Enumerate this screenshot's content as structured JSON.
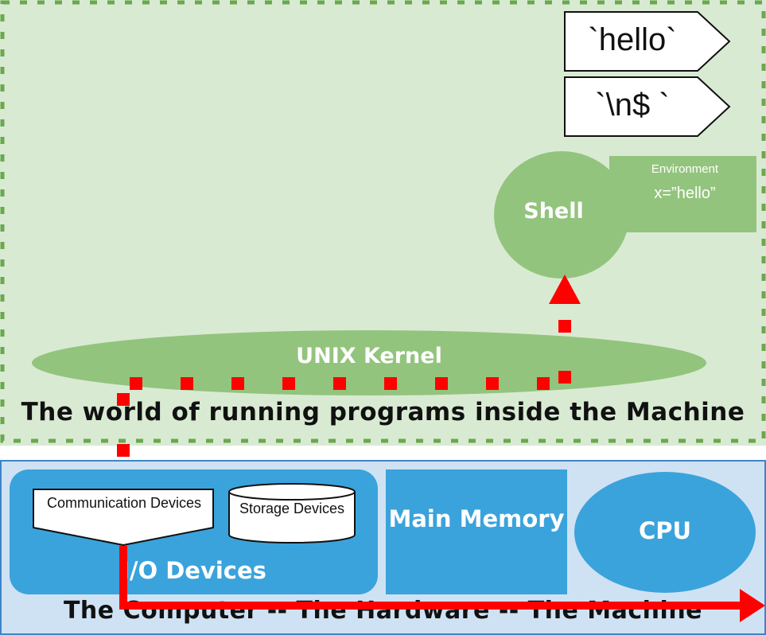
{
  "world": {
    "caption": "The world of running programs inside the Machine",
    "kernel_label": "UNIX Kernel",
    "shell_label": "Shell",
    "environment": {
      "title": "Environment",
      "value": "x=”hello”"
    },
    "tags": [
      "`hello`",
      "`\\n$ `"
    ]
  },
  "machine": {
    "caption": "The Computer -- The Hardware -- The Machine",
    "io_label": "I/O Devices",
    "communication_devices_label": "Communication Devices",
    "storage_devices_label": "Storage Devices",
    "main_memory_label": "Main Memory",
    "cpu_label": "CPU"
  },
  "colors": {
    "world_bg": "#d9ead3",
    "world_dash": "#6aa84f",
    "green_shape": "#93c47d",
    "machine_bg": "#cfe2f3",
    "machine_border": "#3d85c6",
    "blue_shape": "#3aa3dc",
    "signal_red": "#ff0000"
  }
}
